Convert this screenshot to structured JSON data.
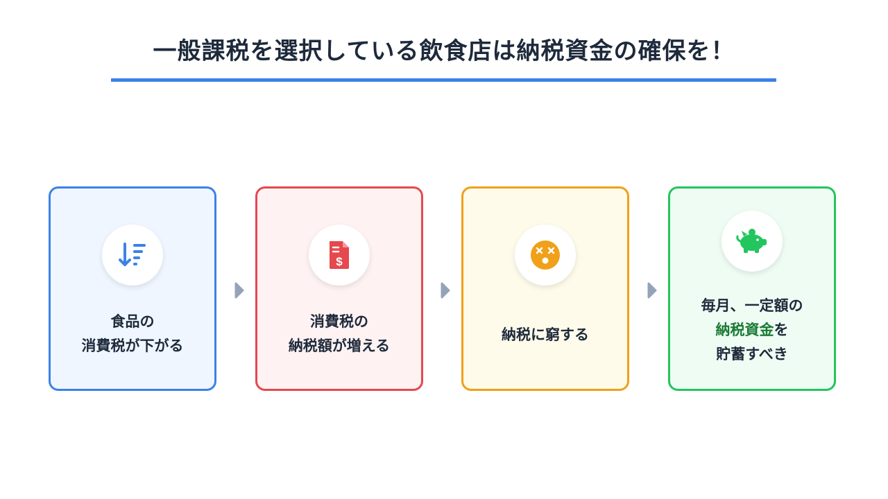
{
  "title": "一般課税を選択している飲食店は納税資金の確保を！",
  "colors": {
    "title_text": "#1e2a3b",
    "underline": "#3b82e6",
    "arrow": "#94a3b8",
    "highlight_text": "#1a7a34"
  },
  "steps": [
    {
      "icon": "sort-down-icon",
      "icon_color": "#3b82e6",
      "border_color": "#3b82e6",
      "background": "#eff6ff",
      "lines": [
        "食品の",
        "消費税が下がる"
      ]
    },
    {
      "icon": "invoice-dollar-icon",
      "icon_color": "#e5484d",
      "border_color": "#e5484d",
      "background": "#fef2f2",
      "lines": [
        "消費税の",
        "納税額が増える"
      ]
    },
    {
      "icon": "dizzy-face-icon",
      "icon_color": "#f0a019",
      "border_color": "#f0a019",
      "background": "#fefbea",
      "lines": [
        "納税に窮する"
      ]
    },
    {
      "icon": "piggy-bank-icon",
      "icon_color": "#22c55e",
      "border_color": "#22c55e",
      "background": "#eefcf3",
      "lines": [
        "毎月、一定額の",
        "を",
        "貯蓄すべき"
      ],
      "highlight": "納税資金"
    }
  ]
}
